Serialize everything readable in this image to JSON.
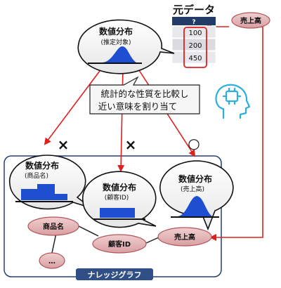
{
  "source_table": {
    "title": "元データ",
    "header": "?",
    "rows": [
      "100",
      "200",
      "450"
    ]
  },
  "bubbles": {
    "estimate": {
      "title": "数値分布",
      "subtitle": "(推定対象)"
    },
    "product": {
      "title": "数値分布",
      "subtitle": "(商品名)"
    },
    "customer": {
      "title": "数値分布",
      "subtitle": "(顧客ID)"
    },
    "sales": {
      "title": "数値分布",
      "subtitle": "(売上高)"
    }
  },
  "callout": {
    "line1": "統計的な性質を比較し",
    "line2": "近い意味を割り当て"
  },
  "marks": {
    "product": "×",
    "customer": "×",
    "sales": "○"
  },
  "nodes": {
    "source_label": "売上高",
    "product": "商品名",
    "customer": "顧客ID",
    "sales": "売上高",
    "more": "…"
  },
  "kg_label": "ナレッジグラフ",
  "colors": {
    "arrow": "#e0201f",
    "kg_border": "#243f73",
    "kg_label_bg": "#2f4f86",
    "node_fill": "#e3b7b9",
    "node_stroke": "#b25456",
    "dist_blue": "#1f4fd1",
    "table_header": "#233c67",
    "table_cell": "#e7e7ec",
    "highlight": "#e0201f",
    "callout_fill": "#f6f6f6",
    "ai_icon": "#2cafdf"
  }
}
